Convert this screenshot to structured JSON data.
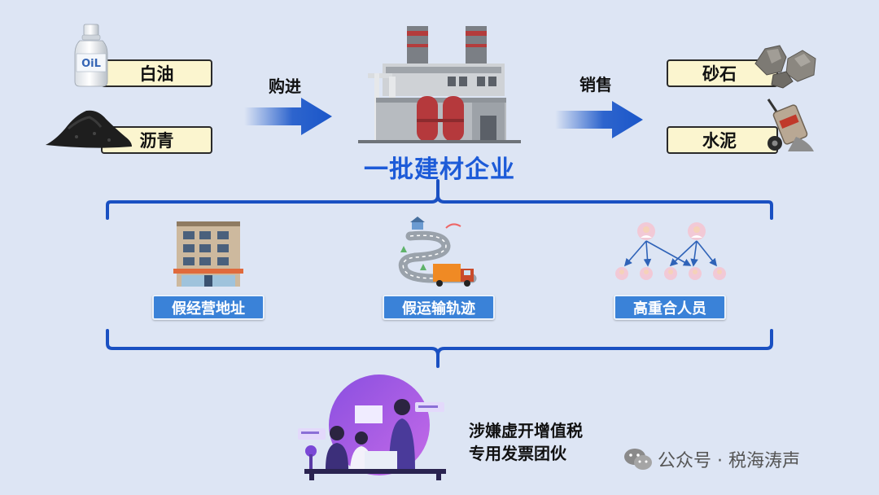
{
  "inputs": {
    "oil_label": "白油",
    "asphalt_label": "沥青",
    "oil_bottle_text": "OiL"
  },
  "flow": {
    "buy_label": "购进",
    "sell_label": "销售"
  },
  "enterprise": {
    "title": "一批建材企业"
  },
  "outputs": {
    "gravel_label": "砂石",
    "cement_label": "水泥"
  },
  "features": [
    {
      "label": "假经营地址"
    },
    {
      "label": "假运输轨迹"
    },
    {
      "label": "高重合人员"
    }
  ],
  "team": {
    "line1": "涉嫌虚开增值税",
    "line2": "专用发票团伙"
  },
  "watermark": {
    "text": "公众号 · 税海涛声"
  },
  "colors": {
    "background": "#dde5f4",
    "accent_blue": "#1d5bd8",
    "tag_blue": "#3a82d8",
    "label_bg": "#fbf5cf"
  }
}
